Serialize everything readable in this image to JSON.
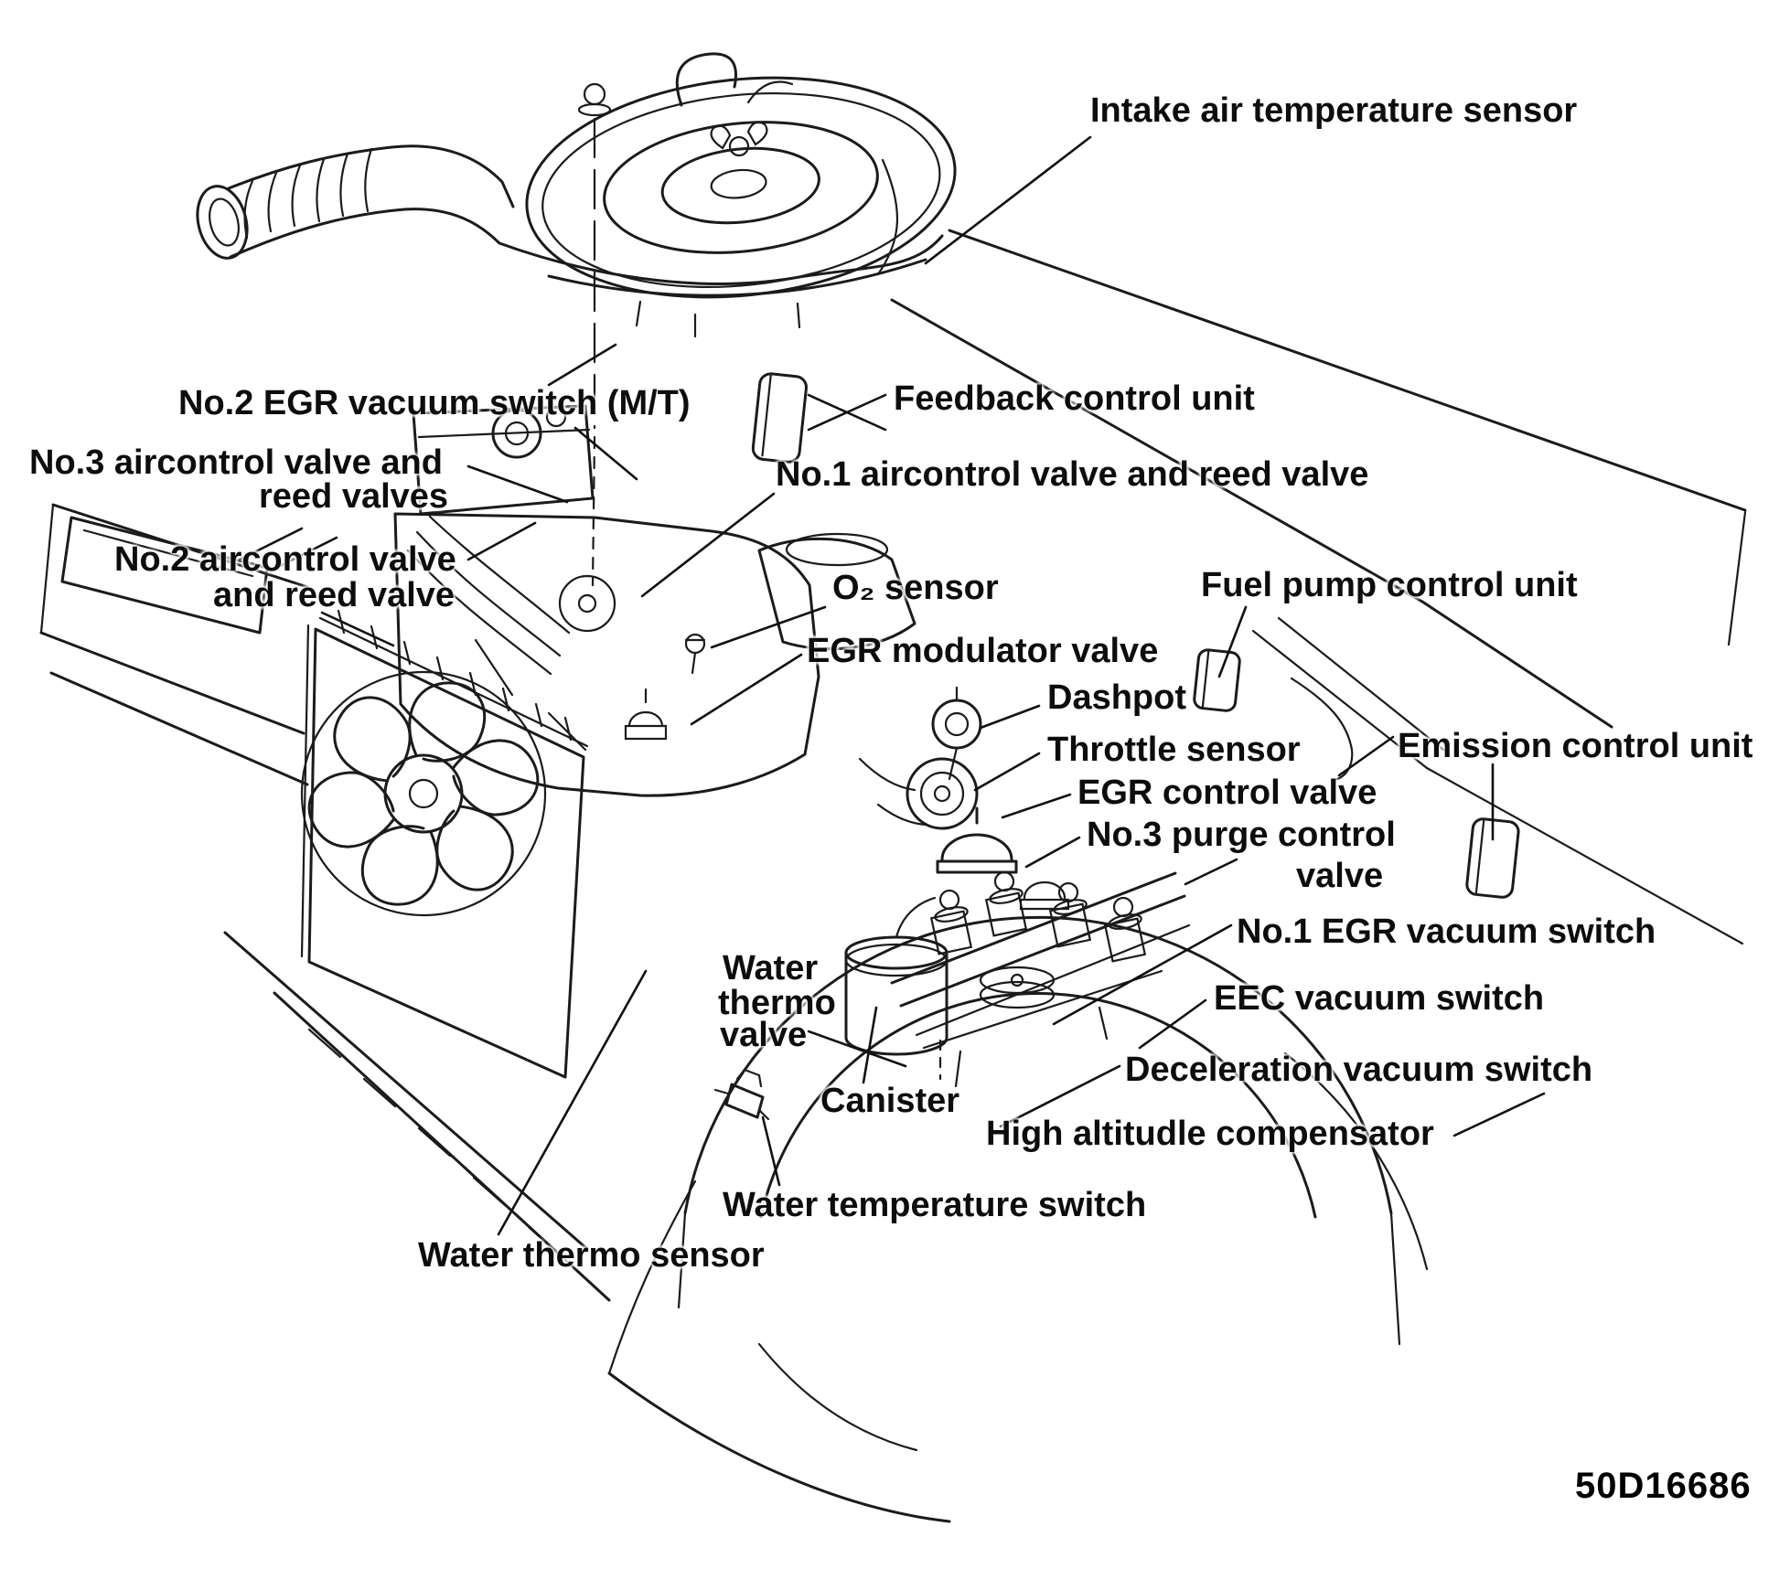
{
  "figure": {
    "part_number": "50D16686",
    "labels": {
      "intake_air_temp_sensor": "Intake air temperature sensor",
      "no2_egr_vacuum_switch": "No.2 EGR vacuum switch (M/T)",
      "no3_aircontrol_line1": "No.3 aircontrol valve and",
      "no3_aircontrol_line2": "reed valves",
      "no2_aircontrol_line1": "No.2 aircontrol valve",
      "no2_aircontrol_line2": "and reed valve",
      "feedback_control_unit": "Feedback control unit",
      "no1_aircontrol": "No.1 aircontrol valve and reed valve",
      "o2_sensor": "O₂ sensor",
      "egr_modulator_valve": "EGR modulator valve",
      "fuel_pump_control_unit": "Fuel pump control unit",
      "dashpot": "Dashpot",
      "throttle_sensor": "Throttle sensor",
      "egr_control_valve": "EGR control valve",
      "no3_purge_line1": "No.3 purge control",
      "no3_purge_line2": "valve",
      "emission_control_unit": "Emission control unit",
      "no1_egr_vacuum_switch": "No.1 EGR vacuum switch",
      "eec_vacuum_switch": "EEC vacuum switch",
      "deceleration_vacuum_switch": "Deceleration vacuum switch",
      "water_thermo_valve_line1": "Water",
      "water_thermo_valve_line2": "thermo",
      "water_thermo_valve_line3": "valve",
      "canister": "Canister",
      "high_altitude_compensator": "High altitudle compensator",
      "water_temperature_switch": "Water temperature switch",
      "water_thermo_sensor": "Water thermo sensor"
    }
  }
}
